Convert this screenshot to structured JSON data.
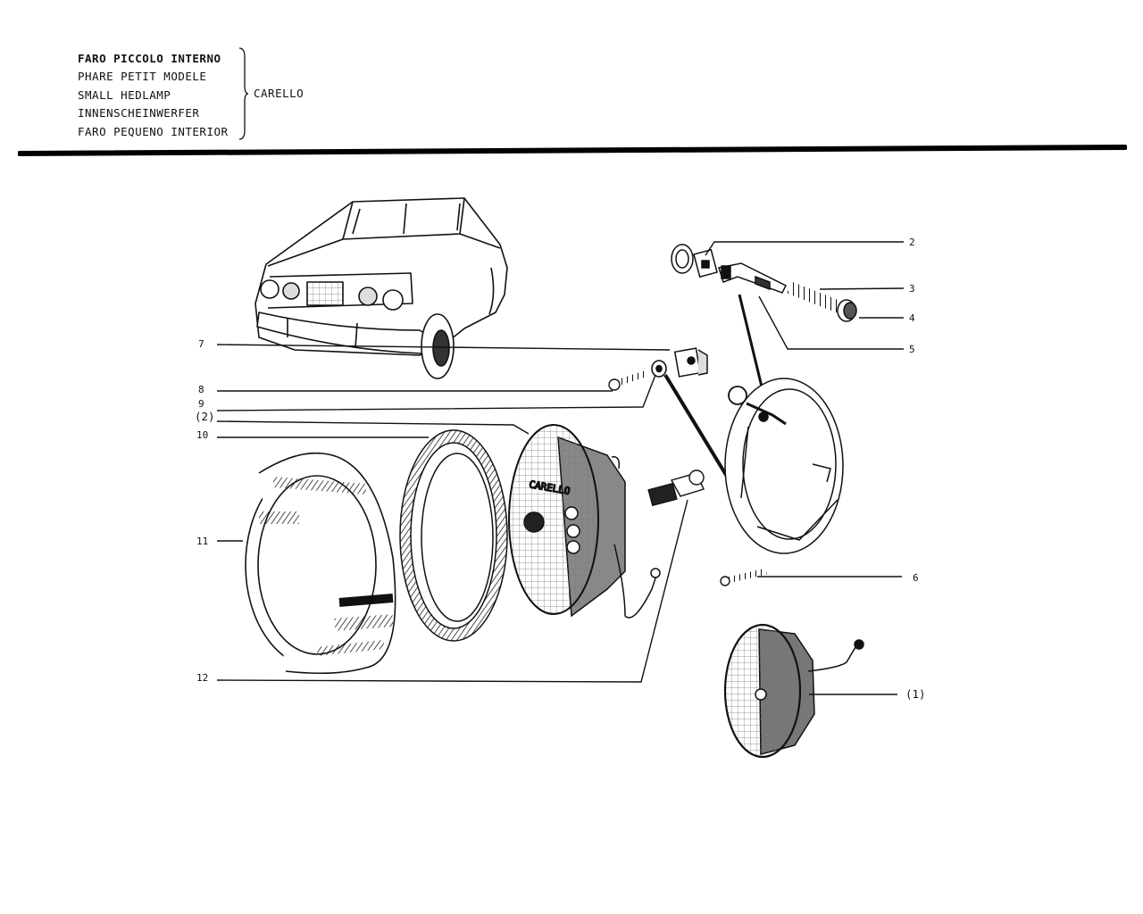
{
  "header": {
    "titles": [
      "FARO PICCOLO INTERNO",
      "PHARE PETIT MODELE",
      "SMALL HEDLAMP",
      "INNENSCHEINWERFER",
      "FARO PEQUENO INTERIOR"
    ],
    "manufacturer": "CARELLO"
  },
  "diagram": {
    "callouts_left": [
      "7",
      "8",
      "9",
      "(2)",
      "10",
      "11",
      "12"
    ],
    "callouts_right": [
      "2",
      "3",
      "4",
      "5",
      "6",
      "(1)"
    ],
    "lens_text": "CARELLO"
  }
}
